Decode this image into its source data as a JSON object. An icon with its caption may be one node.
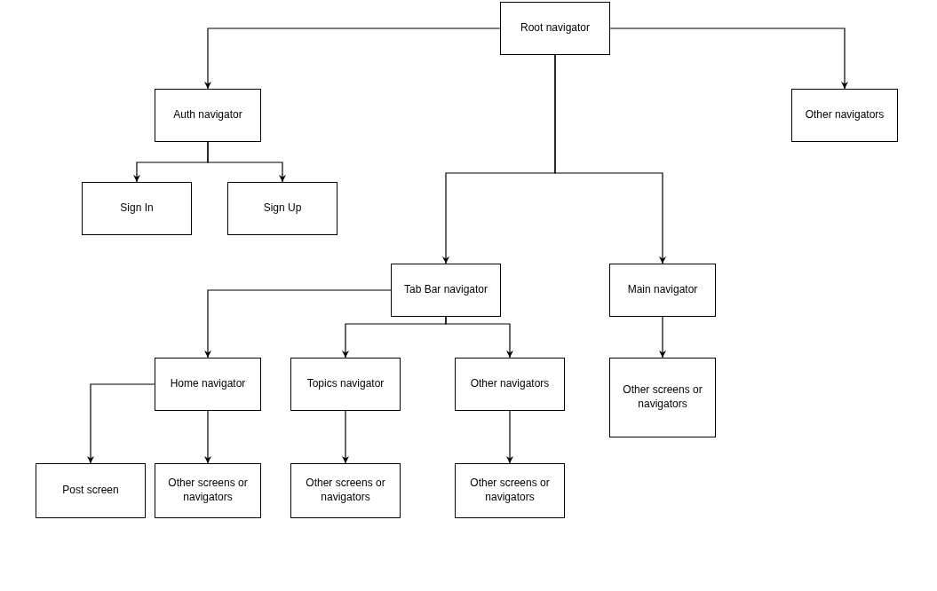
{
  "diagram": {
    "nodes": [
      {
        "text": [
          "Root navigator"
        ]
      },
      {
        "text": [
          "Auth navigator"
        ]
      },
      {
        "text": [
          "Other navigators"
        ]
      },
      {
        "text": [
          "Sign In"
        ]
      },
      {
        "text": [
          "Sign Up"
        ]
      },
      {
        "text": [
          "Tab Bar navigator"
        ]
      },
      {
        "text": [
          "Main navigator"
        ]
      },
      {
        "text": [
          "Home navigator"
        ]
      },
      {
        "text": [
          "Topics navigator"
        ]
      },
      {
        "text": [
          "Other navigators"
        ]
      },
      {
        "text": [
          "Other screens or navigators"
        ]
      },
      {
        "text": [
          "Post screen"
        ]
      },
      {
        "text": [
          "Other screens or navigators"
        ]
      },
      {
        "text": [
          "Other screens or navigators"
        ]
      },
      {
        "text": [
          "Other screens or navigators"
        ]
      }
    ],
    "edges": [
      {
        "from": 0,
        "to": 1,
        "arrow": "to"
      },
      {
        "from": 0,
        "to": 2,
        "arrow": "to"
      },
      {
        "from": 0,
        "to": 5,
        "arrow": "to"
      },
      {
        "from": 0,
        "to": 6,
        "arrow": "to"
      },
      {
        "from": 1,
        "to": 3,
        "arrow": "to"
      },
      {
        "from": 1,
        "to": 4,
        "arrow": "to"
      },
      {
        "from": 5,
        "to": 7,
        "arrow": "to"
      },
      {
        "from": 5,
        "to": 8,
        "arrow": "to"
      },
      {
        "from": 5,
        "to": 9,
        "arrow": "to"
      },
      {
        "from": 6,
        "to": 10,
        "arrow": "to"
      },
      {
        "from": 7,
        "to": 11,
        "arrow": "to"
      },
      {
        "from": 7,
        "to": 12,
        "arrow": "to"
      },
      {
        "from": 8,
        "to": 13,
        "arrow": "to"
      },
      {
        "from": 9,
        "to": 14,
        "arrow": "to"
      }
    ]
  }
}
